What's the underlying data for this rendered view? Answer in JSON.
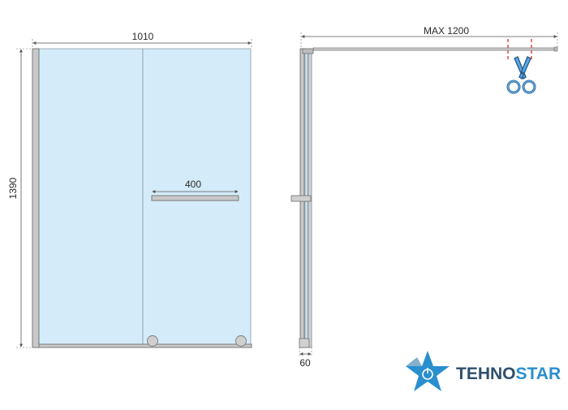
{
  "front_view": {
    "width_label": "1010",
    "height_label": "1390",
    "handle_label": "400"
  },
  "side_view": {
    "max_label": "MAX 1200",
    "depth_label": "60",
    "scissors_icon": "scissors-icon"
  },
  "logo": {
    "part1": "TEHNO",
    "part2": "STAR",
    "color1": "#2f4f6d",
    "color2": "#2a8fce",
    "icon": "star-power-icon"
  },
  "colors": {
    "glass": "#d4ecf9",
    "frame": "#c9c9c9",
    "cut_mark": "#e02020",
    "scissors": "#5aa8e6"
  }
}
